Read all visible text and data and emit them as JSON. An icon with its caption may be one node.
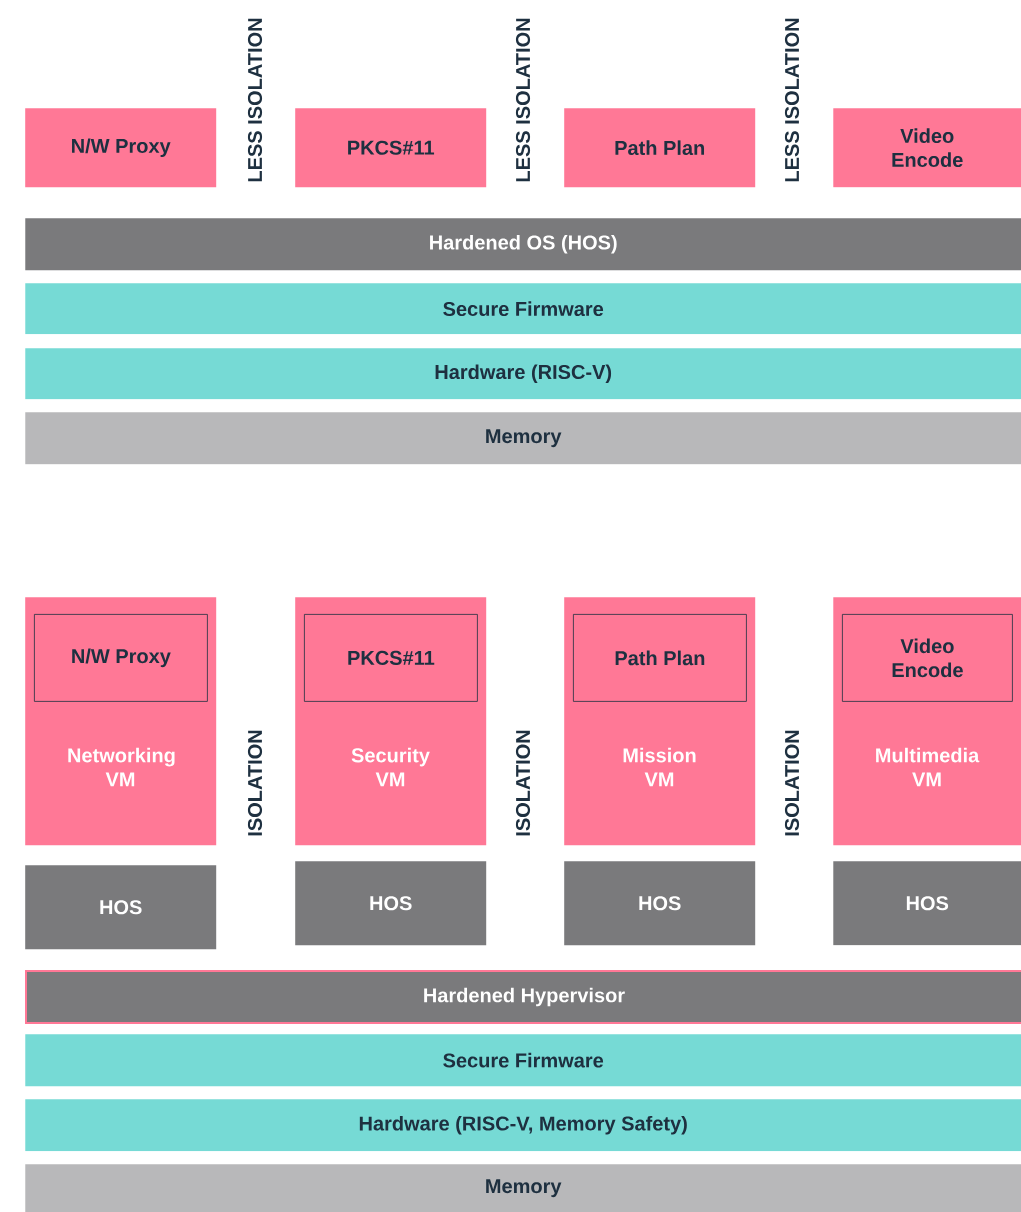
{
  "diagram": {
    "nodes": [
      {
        "text": [
          "N/W Proxy"
        ]
      },
      {
        "text": [
          "PKCS#11"
        ]
      },
      {
        "text": [
          "Path Plan"
        ]
      },
      {
        "text": [
          "Video Encode"
        ]
      },
      {
        "text": [
          "Hardened OS (HOS)"
        ]
      },
      {
        "text": [
          "Secure Firmware"
        ]
      },
      {
        "text": [
          "Hardware (RISC-V)"
        ]
      },
      {
        "text": [
          "Memory"
        ]
      },
      {
        "text": [
          "Networking VM"
        ]
      },
      {
        "text": [
          "N/W Proxy"
        ],
        "in": 8
      },
      {
        "text": [
          "Security VM"
        ]
      },
      {
        "text": [
          "PKCS#11"
        ],
        "in": 10
      },
      {
        "text": [
          "Mission VM"
        ]
      },
      {
        "text": [
          "Path Plan"
        ],
        "in": 12
      },
      {
        "text": [
          "Multimedia VM"
        ]
      },
      {
        "text": [
          "Video Encode"
        ],
        "in": 14
      },
      {
        "text": [
          "HOS"
        ]
      },
      {
        "text": [
          "HOS"
        ]
      },
      {
        "text": [
          "HOS"
        ]
      },
      {
        "text": [
          "HOS"
        ]
      },
      {
        "text": [
          "Hardened Hypervisor"
        ]
      },
      {
        "text": [
          "Secure Firmware"
        ]
      },
      {
        "text": [
          "Hardware (RISC-V, Memory Safety)"
        ]
      },
      {
        "text": [
          "Memory"
        ]
      }
    ],
    "labels": [
      "LESS ISOLATION",
      "LESS ISOLATION",
      "LESS ISOLATION",
      "ISOLATION",
      "ISOLATION",
      "ISOLATION"
    ]
  }
}
